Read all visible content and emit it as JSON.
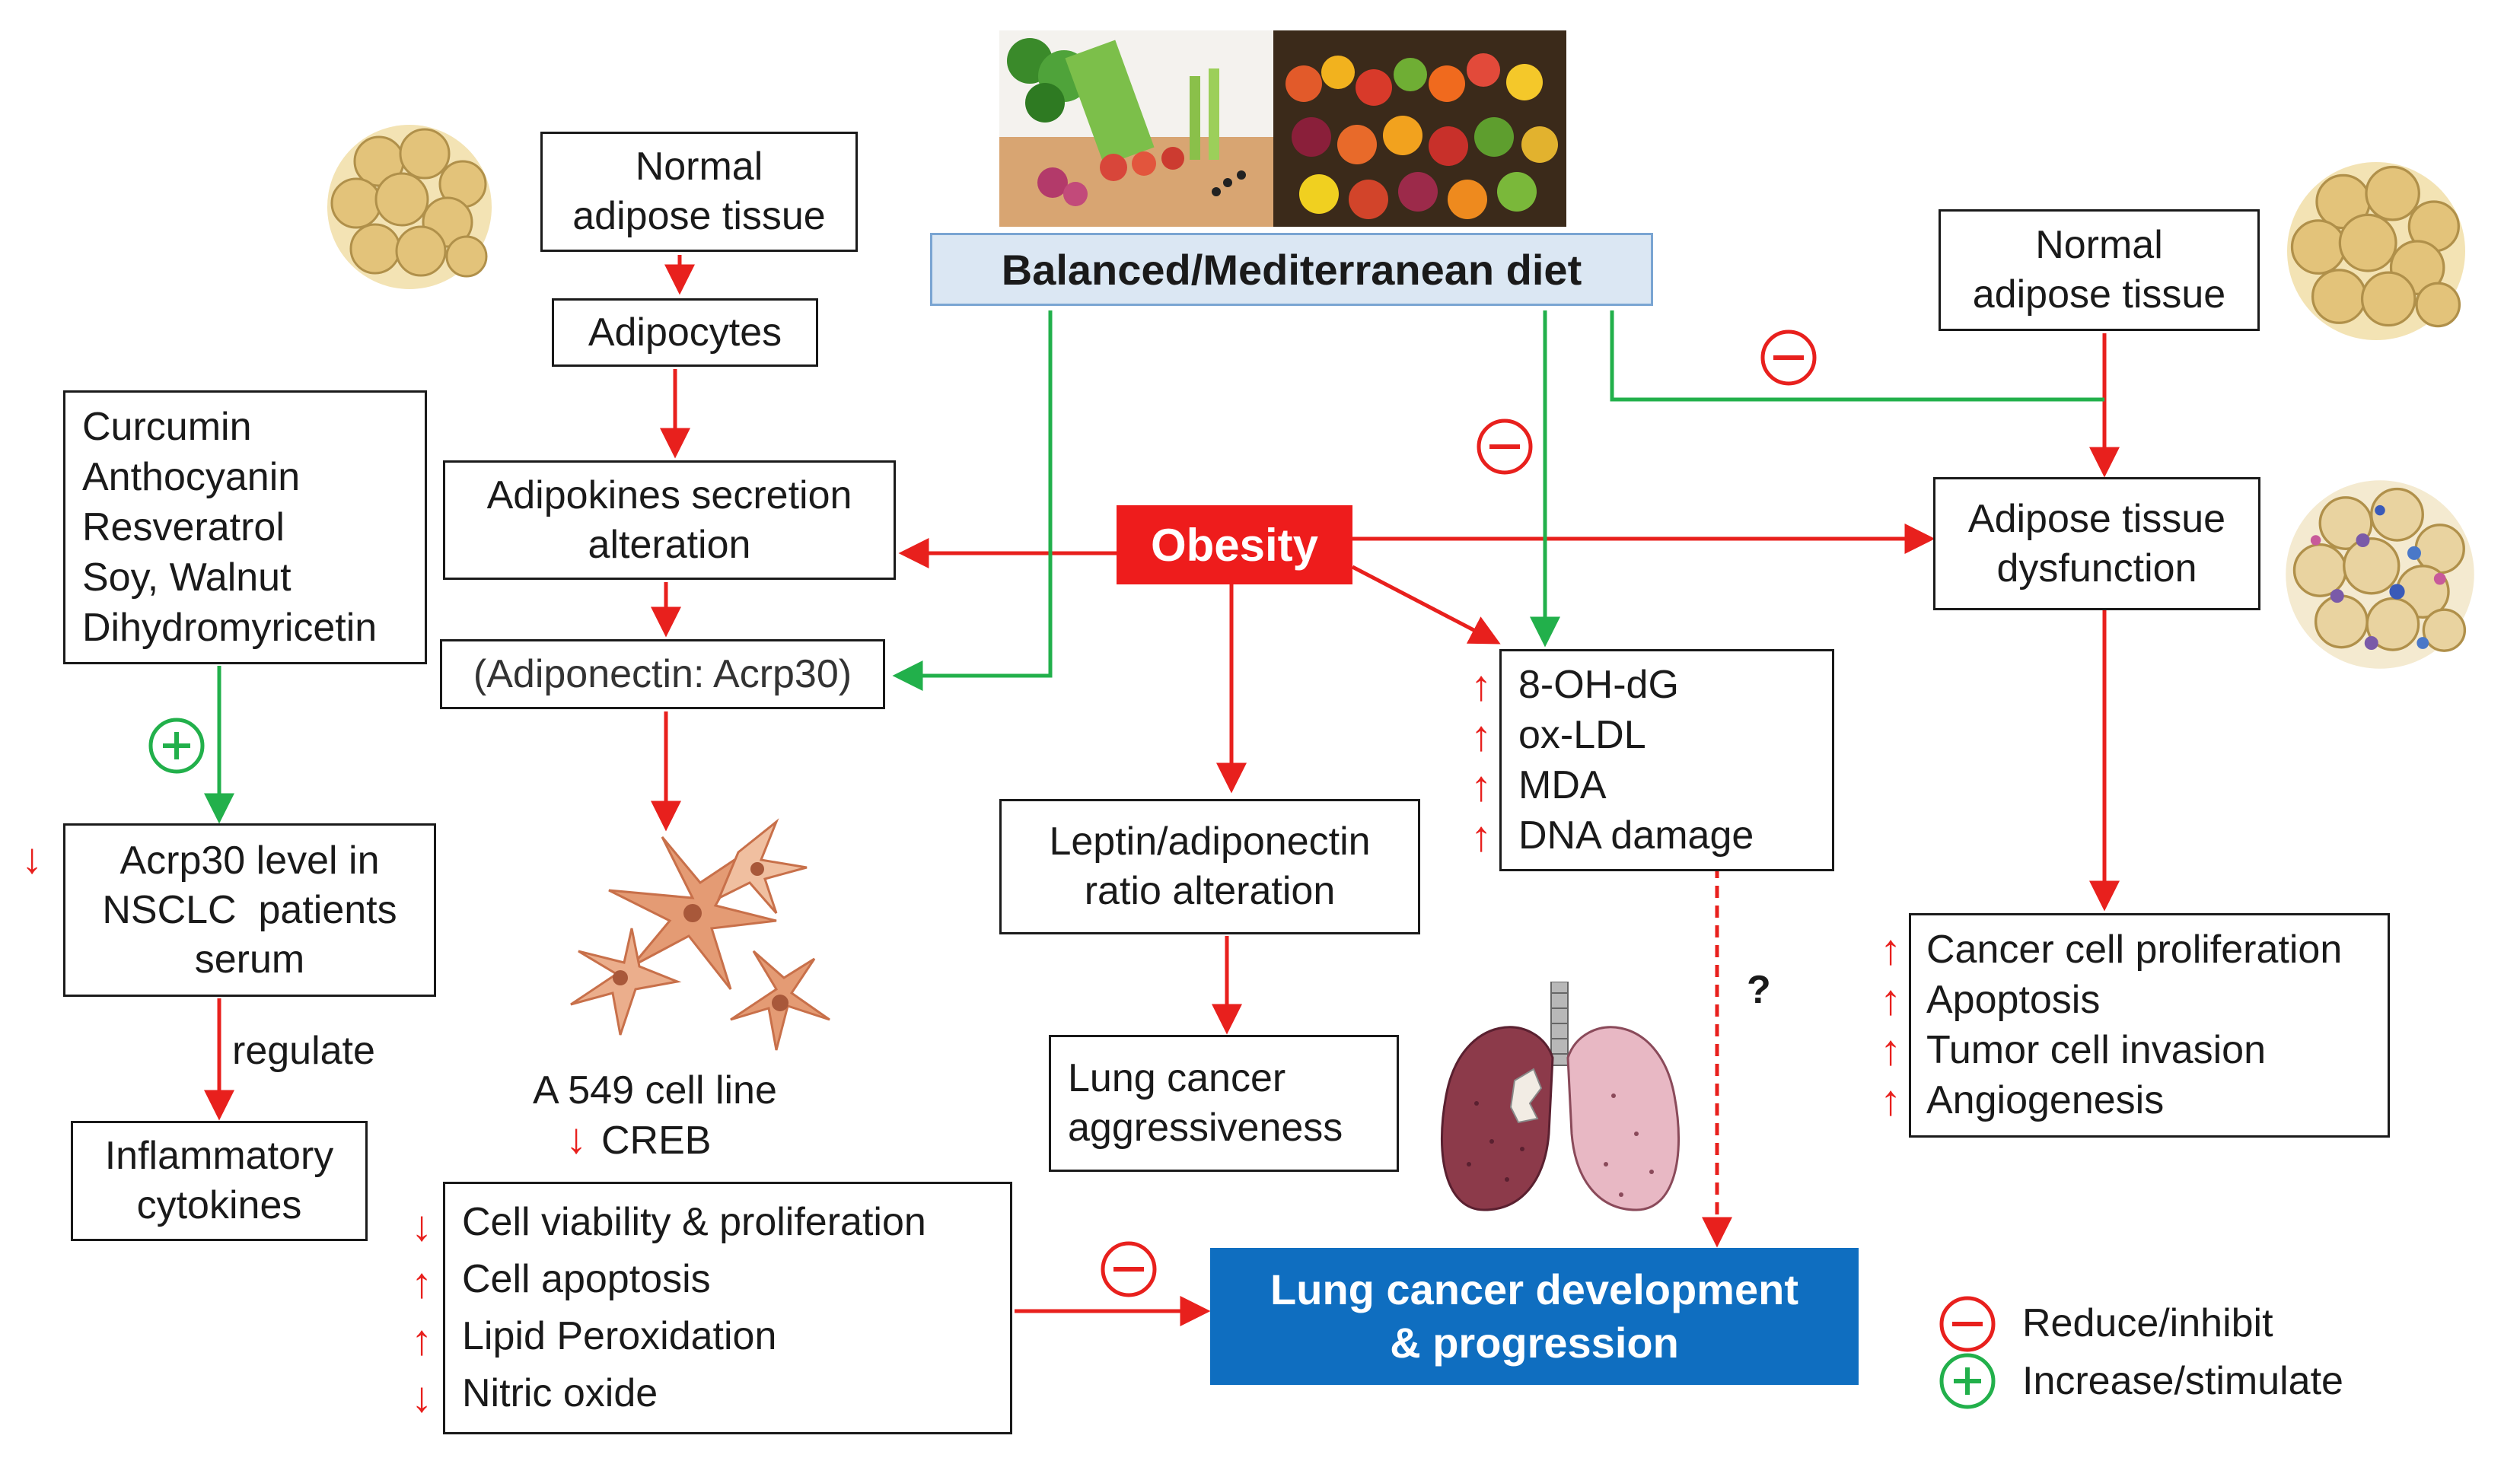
{
  "diet_label": "Balanced/Mediterranean diet",
  "obesity_label": "Obesity",
  "normal_adipose_left": [
    "Normal",
    "adipose tissue"
  ],
  "adipocytes": "Adipocytes",
  "adipokines": [
    "Adipokines secretion",
    "alteration"
  ],
  "adiponectin": "(Adiponectin: Acrp30)",
  "compounds": [
    "Curcumin",
    "Anthocyanin",
    "Resveratrol",
    "Soy, Walnut",
    "Dihydromyricetin"
  ],
  "acrp30": [
    "Acrp30 level in",
    "NSCLC  patients",
    "serum"
  ],
  "regulate": "regulate",
  "inflammatory": [
    "Inflammatory",
    "cytokines"
  ],
  "cell_line": "A 549 cell line",
  "creb": "CREB",
  "cell_effects": [
    "Cell viability & proliferation",
    "Cell apoptosis",
    "Lipid Peroxidation",
    "Nitric oxide"
  ],
  "cell_effects_dir": [
    "down",
    "up",
    "up",
    "down"
  ],
  "leptin": [
    "Leptin/adiponectin",
    "ratio alteration"
  ],
  "aggressiveness": [
    "Lung cancer",
    "aggressiveness"
  ],
  "oxidative": [
    "8-OH-dG",
    "ox-LDL",
    "MDA",
    "DNA damage"
  ],
  "question": "?",
  "lung_cancer": [
    "Lung cancer development",
    "& progression"
  ],
  "normal_adipose_right": [
    "Normal",
    "adipose tissue"
  ],
  "dysfunction": [
    "Adipose tissue",
    "dysfunction"
  ],
  "cancer_effects": [
    "Cancer cell proliferation",
    "Apoptosis",
    "Tumor cell invasion",
    "Angiogenesis"
  ],
  "legend": {
    "reduce": "Reduce/inhibit",
    "increase": "Increase/stimulate"
  },
  "colors": {
    "red": "#e8201d",
    "green": "#22b04b",
    "blue": "#0f6ec0",
    "diet_bg": "#dbe7f3"
  }
}
